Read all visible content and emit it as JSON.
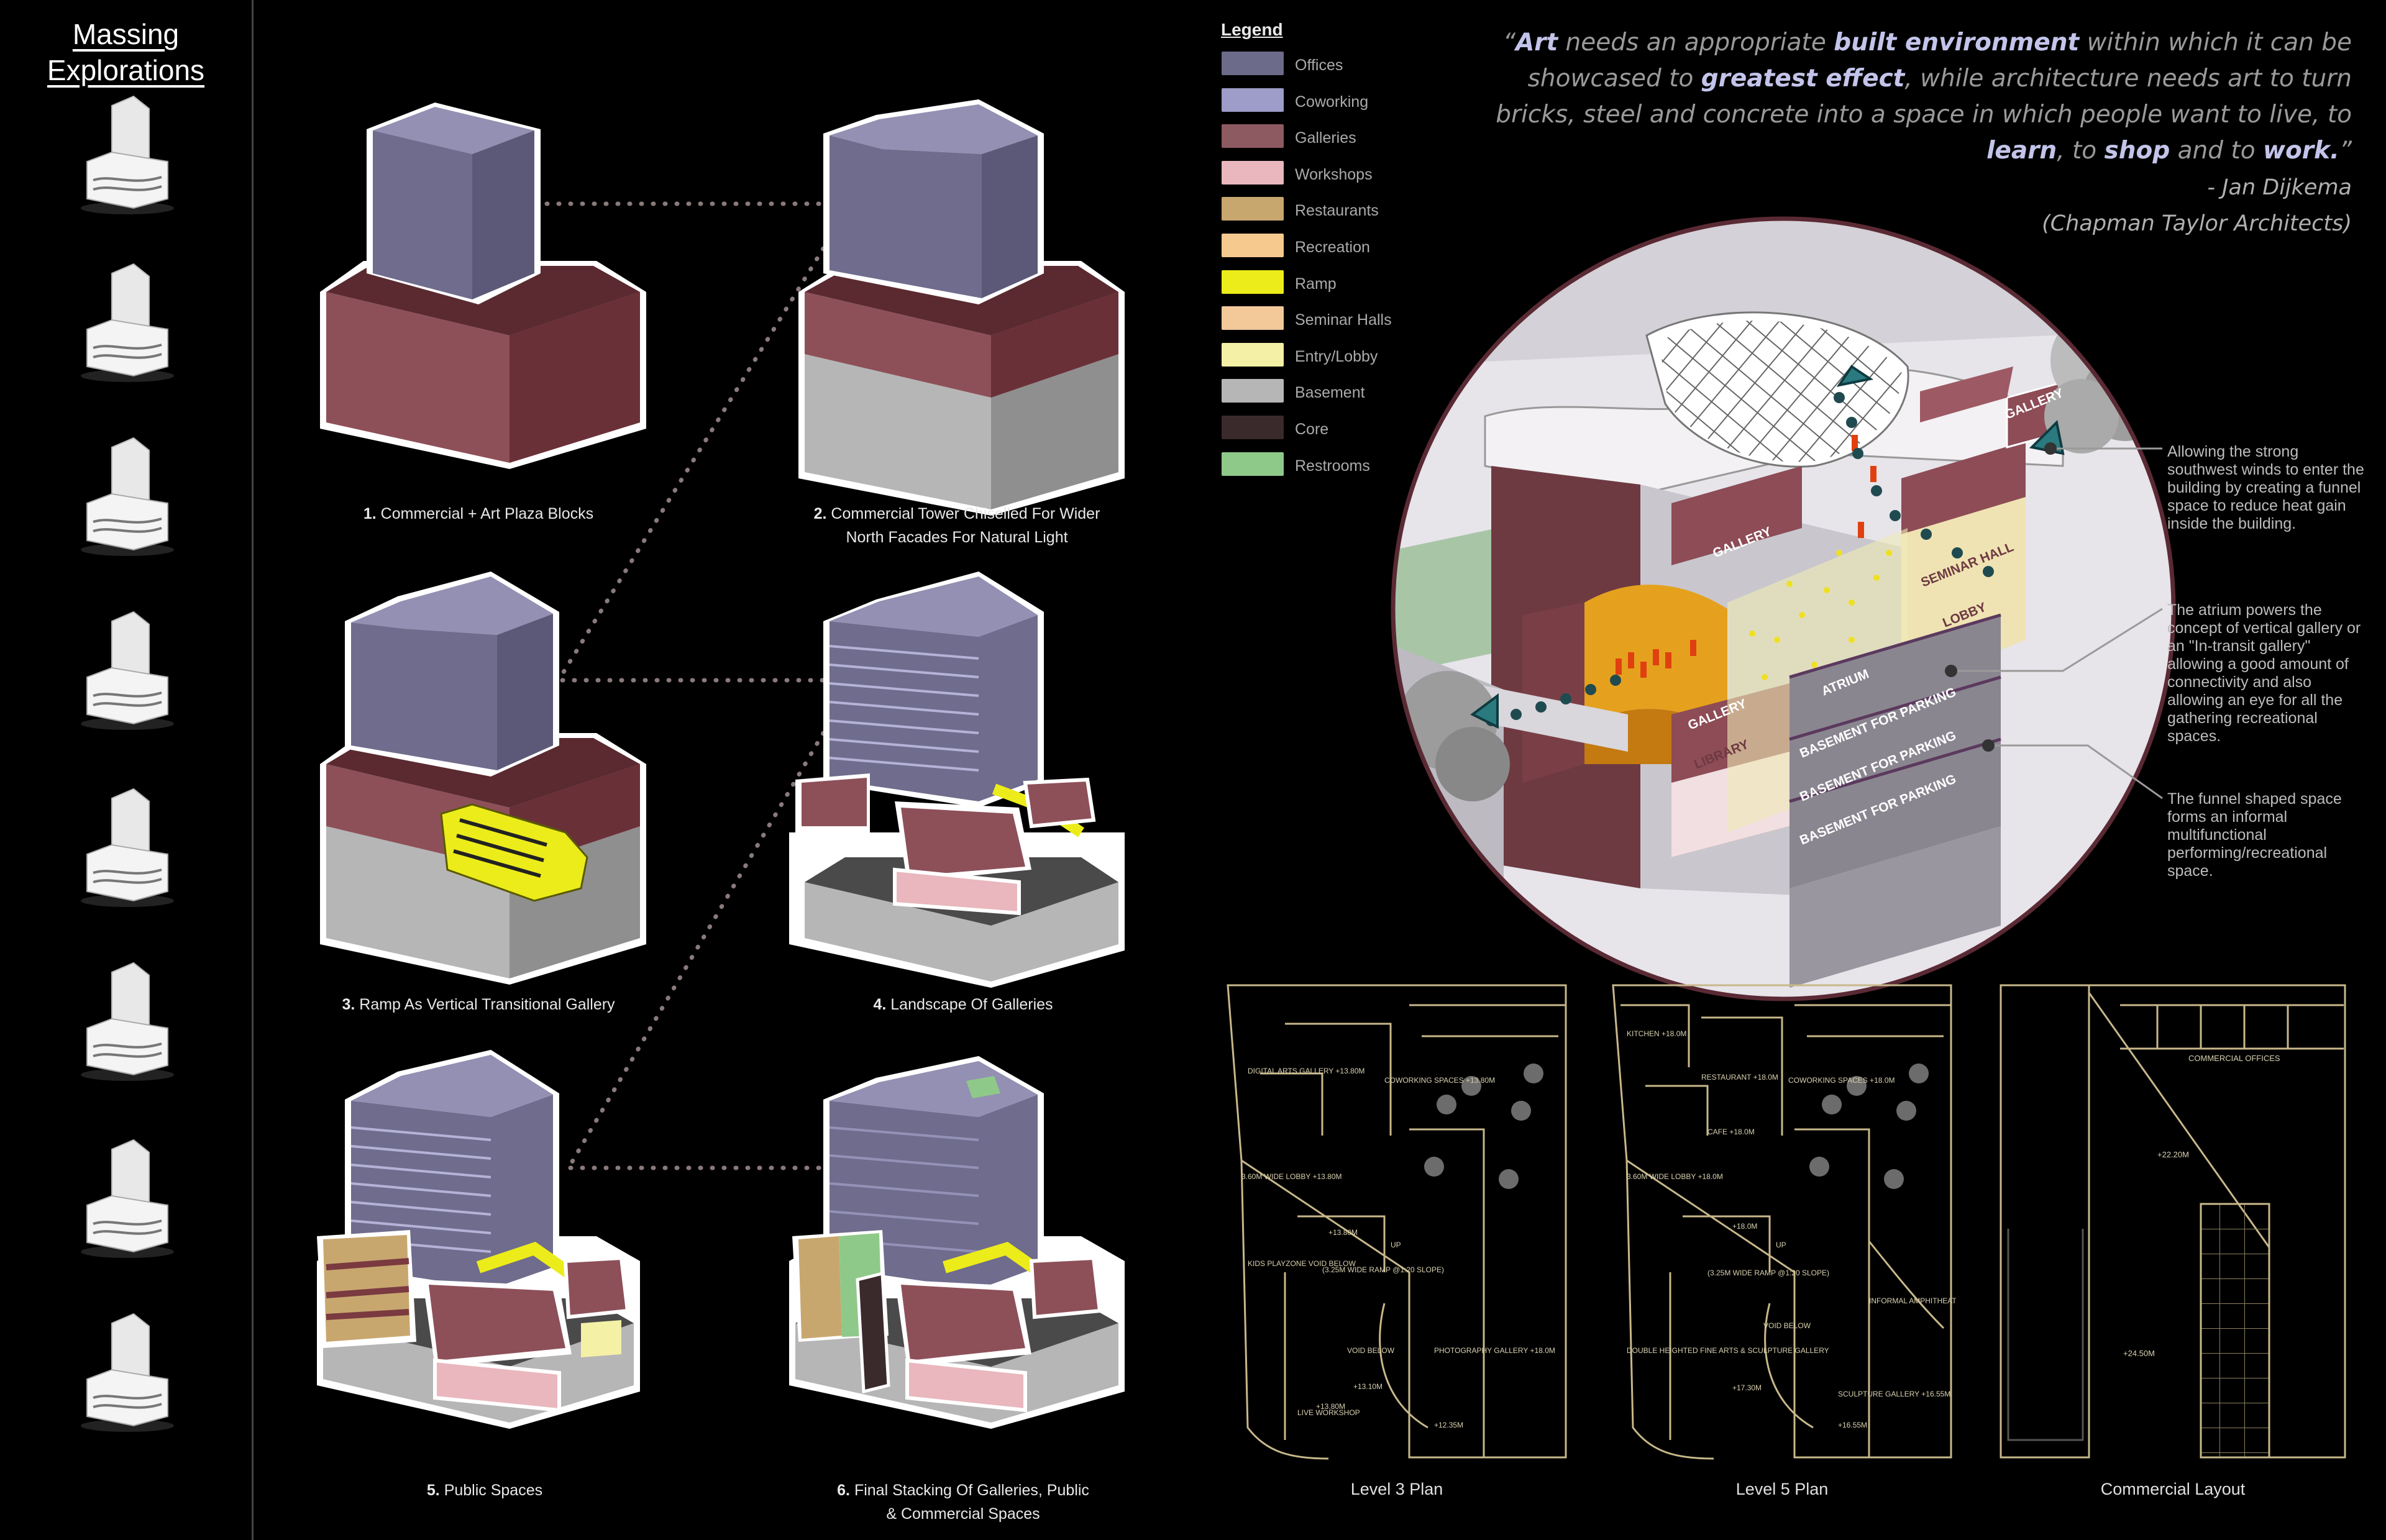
{
  "massing": {
    "title_line1": "Massing",
    "title_line2": "Explorations",
    "thumbnail_count": 8
  },
  "diagrams": [
    {
      "num": "1.",
      "caption_l1": "Commercial + Art Plaza Blocks",
      "caption_l2": ""
    },
    {
      "num": "2.",
      "caption_l1": "Commercial Tower Chiselled For Wider",
      "caption_l2": "North Facades For Natural Light"
    },
    {
      "num": "3.",
      "caption_l1": "Ramp As Vertical Transitional Gallery",
      "caption_l2": ""
    },
    {
      "num": "4.",
      "caption_l1": "Landscape Of Galleries",
      "caption_l2": ""
    },
    {
      "num": "5.",
      "caption_l1": "Public Spaces",
      "caption_l2": ""
    },
    {
      "num": "6.",
      "caption_l1": "Final Stacking Of Galleries, Public",
      "caption_l2": "& Commercial Spaces"
    }
  ],
  "legend": {
    "title": "Legend",
    "items": [
      {
        "label": "Offices",
        "color": "#6d6b8a"
      },
      {
        "label": "Coworking",
        "color": "#9e9cc8"
      },
      {
        "label": "Galleries",
        "color": "#8e5a62"
      },
      {
        "label": "Workshops",
        "color": "#e9b7bd"
      },
      {
        "label": "Restaurants",
        "color": "#c8a76f"
      },
      {
        "label": "Recreation",
        "color": "#f6c98f"
      },
      {
        "label": "Ramp",
        "color": "#ecec1a"
      },
      {
        "label": "Seminar Halls",
        "color": "#f3c99a"
      },
      {
        "label": "Entry/Lobby",
        "color": "#f4f0a6"
      },
      {
        "label": "Basement",
        "color": "#b6b6b6"
      },
      {
        "label": "Core",
        "color": "#3b2a2c"
      },
      {
        "label": "Restrooms",
        "color": "#8fc98a"
      }
    ]
  },
  "quote": {
    "open": "“",
    "w1": "Art",
    "t1": " needs an appropriate ",
    "w2": "built environment",
    "t2": " within which it can be showcased to ",
    "w3": "greatest effect",
    "t3": ", while architecture needs art to turn bricks, steel and concrete into a space in which people want to live, to ",
    "w4": "learn",
    "t4": ", to ",
    "w5": "shop",
    "t5": " and to ",
    "w6": "work.",
    "close": "”",
    "author": "- Jan Dijkema",
    "org": "(Chapman Taylor Architects)"
  },
  "section_labels": {
    "gallery_a": "GALLERY",
    "gallery_b": "GALLERY",
    "gallery_c": "GALLERY",
    "library": "LIBRARY",
    "atrium": "ATRIUM",
    "seminar": "SEMINAR HALL",
    "lobby": "LOBBY",
    "park1": "BASEMENT FOR PARKING",
    "park2": "BASEMENT FOR PARKING",
    "park3": "BASEMENT FOR PARKING"
  },
  "annotations": [
    "Allowing the strong southwest winds to enter the building by creating a funnel space to reduce heat gain inside the building.",
    "The atrium powers the concept of vertical gallery or an \"In-transit gallery\" allowing a good amount of connectivity  and also allowing an eye for all the gathering recreational spaces.",
    "The funnel shaped space forms an informal multifunctional performing/recreational space."
  ],
  "plans": [
    {
      "caption": "Level 3 Plan",
      "labels": [
        "DIGITAL ARTS GALLERY +13.80M",
        "COWORKING SPACES +13.80M",
        "3.60M WIDE LOBBY +13.80M",
        "+13.80M",
        "KIDS PLAYZONE VOID BELOW",
        "(3.25M WIDE RAMP @1:20 SLOPE)",
        "VOID BELOW",
        "PHOTOGRAPHY GALLERY +18.0M",
        "LIVE WORKSHOP",
        "+13.10M",
        "+13.80M",
        "+12.35M",
        "UP"
      ]
    },
    {
      "caption": "Level 5 Plan",
      "labels": [
        "KITCHEN +18.0M",
        "RESTAURANT +18.0M",
        "COWORKING SPACES +18.0M",
        "CAFE +18.0M",
        "3.60M WIDE LOBBY +18.0M",
        "+18.0M",
        "(3.25M WIDE RAMP @1:20 SLOPE)",
        "VOID BELOW",
        "INFORMAL AMPHITHEATRE",
        "DOUBLE HEIGHTED FINE ARTS & SCULPTURE GALLERY",
        "+17.30M",
        "SCULPTURE GALLERY +16.55M",
        "+16.55M",
        "UP"
      ]
    },
    {
      "caption": "Commercial Layout",
      "labels": [
        "COMMERCIAL OFFICES",
        "+22.20M",
        "+24.50M"
      ]
    }
  ]
}
